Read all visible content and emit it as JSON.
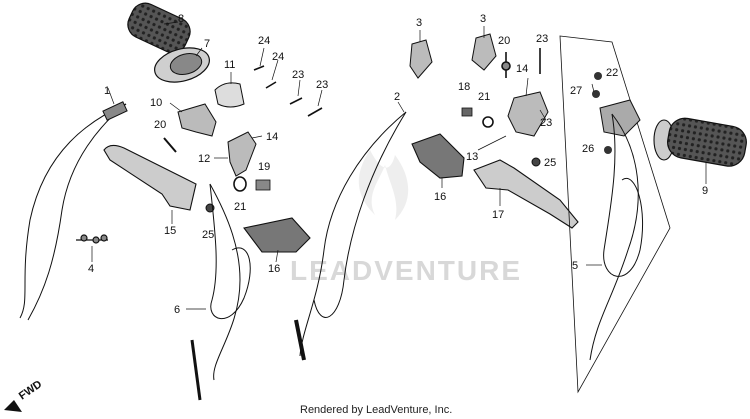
{
  "watermark": "LEADVENTURE",
  "footer": "Rendered by LeadVenture, Inc.",
  "fwd_label": "FWD",
  "callouts": [
    {
      "id": "c8",
      "text": "8"
    },
    {
      "id": "c7",
      "text": "7"
    },
    {
      "id": "c1",
      "text": "1"
    },
    {
      "id": "c24a",
      "text": "24"
    },
    {
      "id": "c24b",
      "text": "24"
    },
    {
      "id": "c11",
      "text": "11"
    },
    {
      "id": "c23a",
      "text": "23"
    },
    {
      "id": "c23b",
      "text": "23"
    },
    {
      "id": "c10",
      "text": "10"
    },
    {
      "id": "c20a",
      "text": "20"
    },
    {
      "id": "c14a",
      "text": "14"
    },
    {
      "id": "c12",
      "text": "12"
    },
    {
      "id": "c19",
      "text": "19"
    },
    {
      "id": "c21a",
      "text": "21"
    },
    {
      "id": "c15",
      "text": "15"
    },
    {
      "id": "c25a",
      "text": "25"
    },
    {
      "id": "c4",
      "text": "4"
    },
    {
      "id": "c16a",
      "text": "16"
    },
    {
      "id": "c6",
      "text": "6"
    },
    {
      "id": "c3a",
      "text": "3"
    },
    {
      "id": "c3b",
      "text": "3"
    },
    {
      "id": "c20b",
      "text": "20"
    },
    {
      "id": "c23c",
      "text": "23"
    },
    {
      "id": "c2",
      "text": "2"
    },
    {
      "id": "c18",
      "text": "18"
    },
    {
      "id": "c21b",
      "text": "21"
    },
    {
      "id": "c14b",
      "text": "14"
    },
    {
      "id": "c23d",
      "text": "23"
    },
    {
      "id": "c13",
      "text": "13"
    },
    {
      "id": "c16b",
      "text": "16"
    },
    {
      "id": "c25b",
      "text": "25"
    },
    {
      "id": "c17",
      "text": "17"
    },
    {
      "id": "c22",
      "text": "22"
    },
    {
      "id": "c27",
      "text": "27"
    },
    {
      "id": "c26",
      "text": "26"
    },
    {
      "id": "c9",
      "text": "9"
    },
    {
      "id": "c5",
      "text": "5"
    }
  ]
}
